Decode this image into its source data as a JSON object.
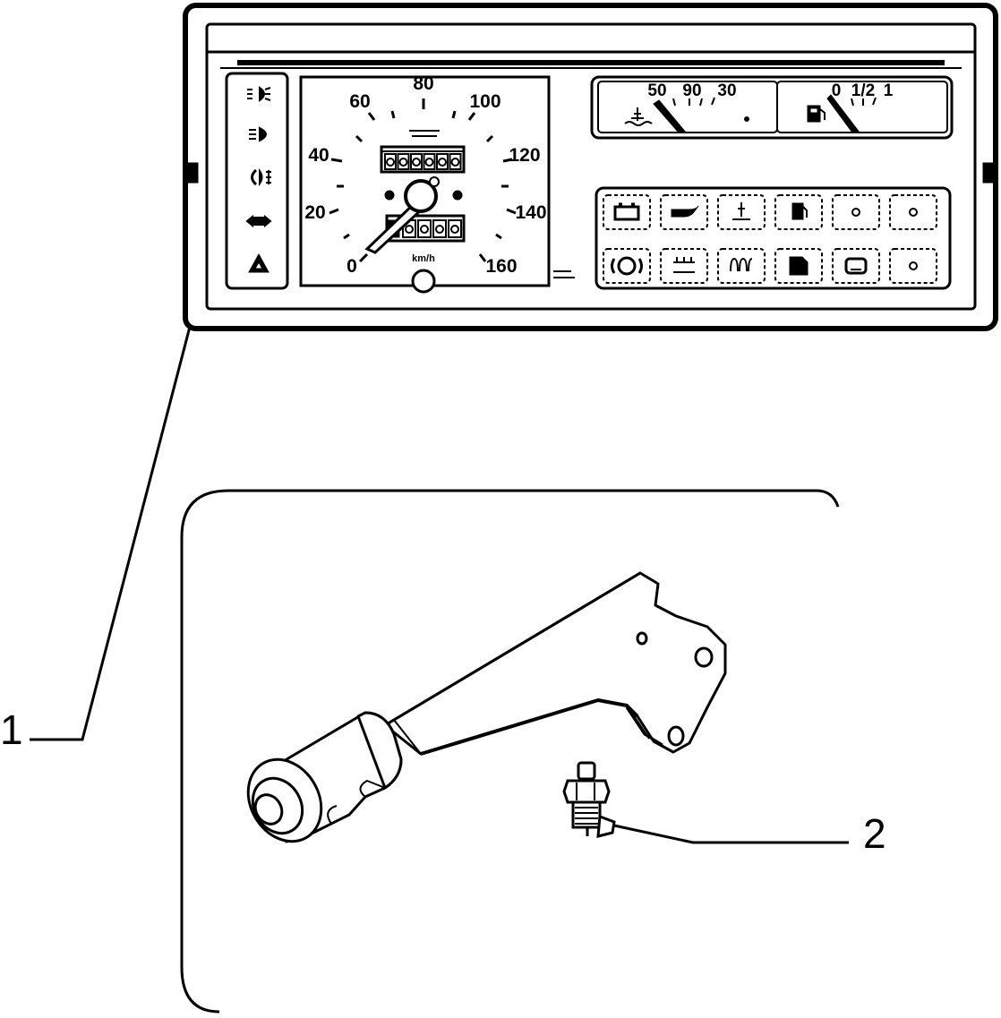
{
  "callouts": [
    {
      "id": "1",
      "label": "1",
      "part": "instrument-cluster"
    },
    {
      "id": "2",
      "label": "2",
      "part": "handbrake-switch"
    }
  ],
  "speedometer": {
    "ticks": [
      "0",
      "20",
      "40",
      "60",
      "80",
      "100",
      "120",
      "140",
      "160"
    ],
    "unit": "km/h",
    "odometer_digits": 6,
    "trip_digits": 4
  },
  "temp_gauge": {
    "ticks": [
      "50",
      "90",
      "30"
    ]
  },
  "fuel_gauge": {
    "ticks": [
      "0",
      "1/2",
      "1"
    ]
  },
  "left_indicators": [
    "fog-light-icon",
    "high-beam-icon",
    "rear-fog-icon",
    "turn-signal-icon",
    "hazard-icon"
  ],
  "warning_lights": [
    "battery-icon",
    "oil-pressure-icon",
    "coolant-temp-icon",
    "fuel-reserve-icon",
    "blank-lamp-icon",
    "blank-lamp-icon",
    "brake-icon",
    "rear-window-heat-icon",
    "glow-plug-icon",
    "door-open-icon",
    "seat-belt-icon",
    "blank-lamp-icon"
  ]
}
